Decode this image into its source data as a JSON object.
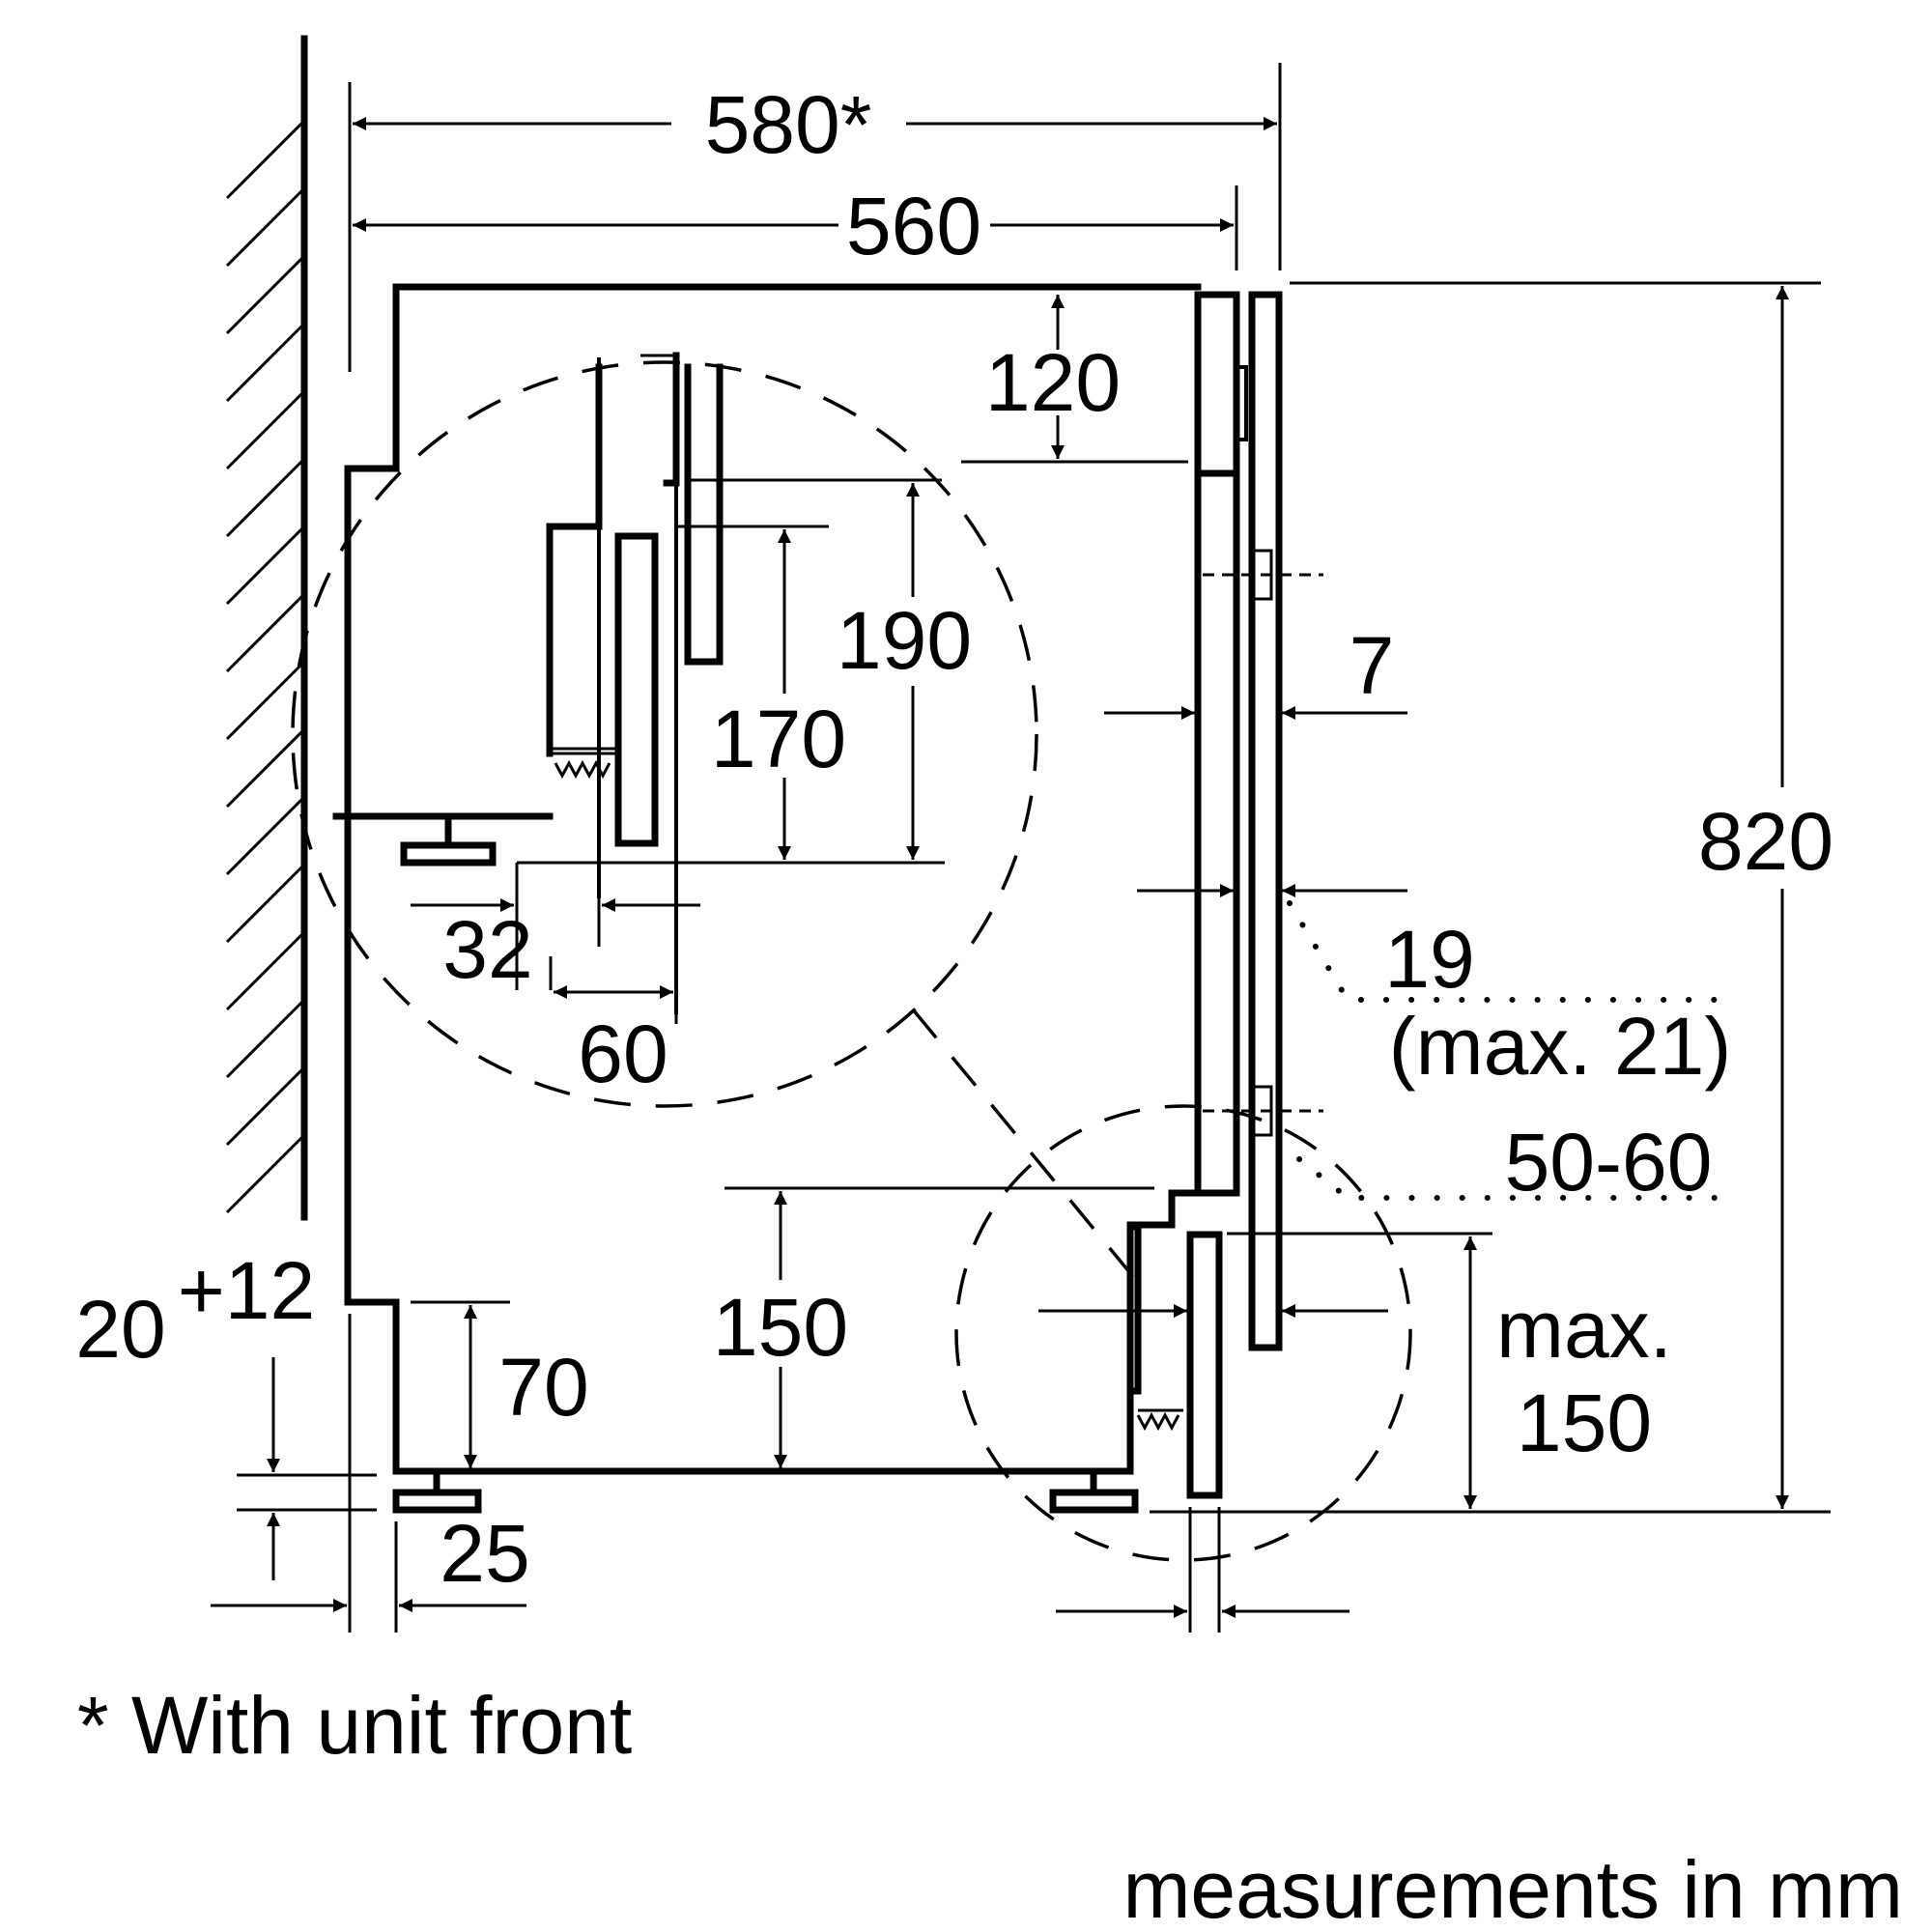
{
  "dimensions": {
    "d580": "580*",
    "d560": "560",
    "d120": "120",
    "d190": "190",
    "d170": "170",
    "d7": "7",
    "d820": "820",
    "d19": "19",
    "d19max": "(max. 21)",
    "d5060": "50-60",
    "d32": "32",
    "d60": "60",
    "d150": "150",
    "dmax150_line1": "max.",
    "dmax150_line2": "150",
    "d70": "70",
    "d20base": "20",
    "d20sup": "+12",
    "d25": "25"
  },
  "footnote": "* With unit front",
  "units_note": "measurements in mm"
}
